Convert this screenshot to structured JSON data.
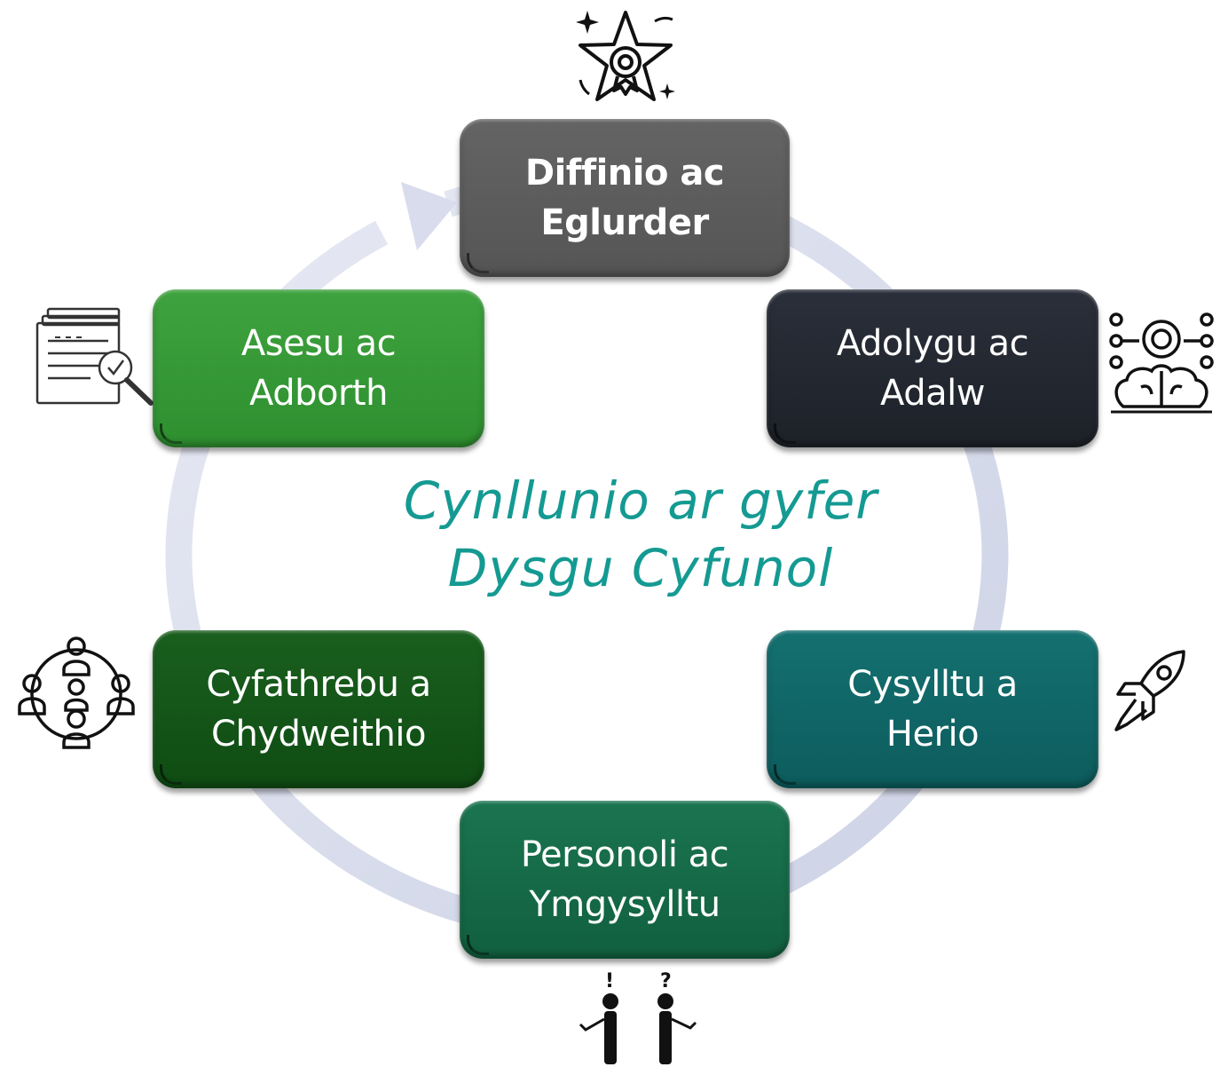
{
  "diagram": {
    "title_lines": [
      "Cynllunio ar gyfer",
      "Dysgu Cyfunol"
    ],
    "steps": [
      {
        "lines": [
          "Diffinio ac",
          "Eglurder"
        ],
        "color": "#5c5c5c",
        "icon": "star-badge-icon"
      },
      {
        "lines": [
          "Adolygu ac",
          "Adalw"
        ],
        "color": "#23272f",
        "icon": "brain-gear-icon"
      },
      {
        "lines": [
          "Cysylltu a",
          "Herio"
        ],
        "color": "#106666",
        "icon": "rocket-icon"
      },
      {
        "lines": [
          "Personoli ac",
          "Ymgysylltu"
        ],
        "color": "#166a47",
        "icon": "two-people-question-icon"
      },
      {
        "lines": [
          "Cyfathrebu a",
          "Chydweithio"
        ],
        "color": "#145617",
        "icon": "group-people-icon"
      },
      {
        "lines": [
          "Asesu ac",
          "Adborth"
        ],
        "color": "#379a37",
        "icon": "document-check-icon"
      }
    ],
    "title_color": "#149a92",
    "ring_color": "#d3d8ea"
  }
}
